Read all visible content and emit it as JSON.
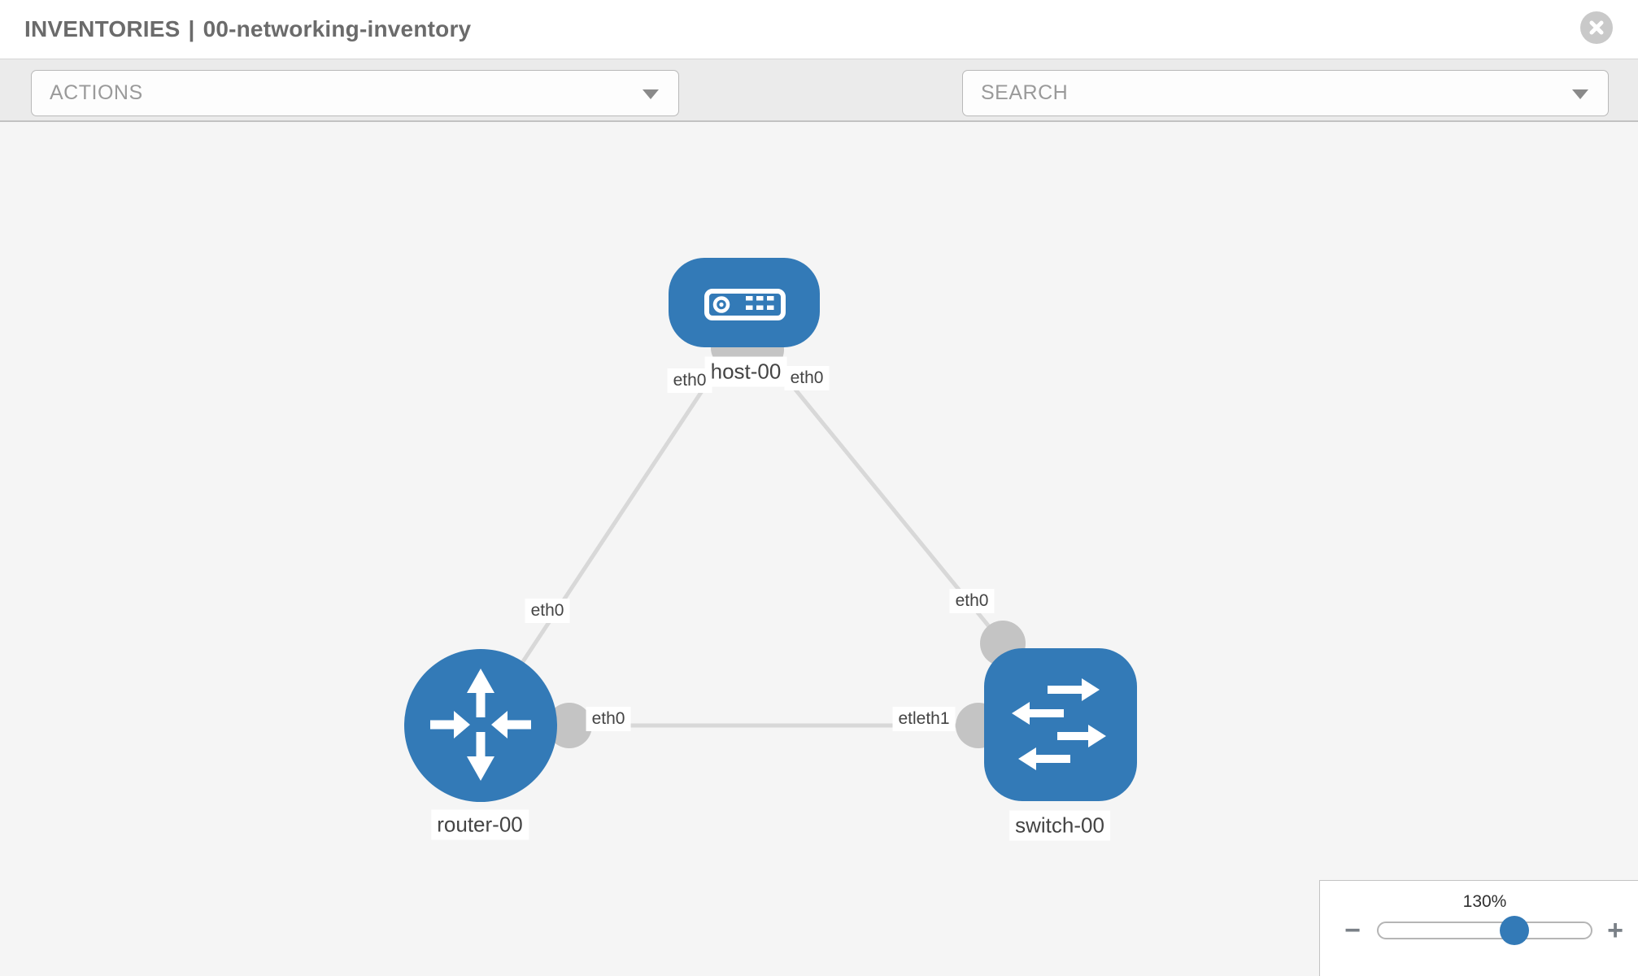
{
  "header": {
    "section": "INVENTORIES",
    "separator": "|",
    "inventory_name": "00-networking-inventory"
  },
  "toolbar": {
    "actions_label": "ACTIONS",
    "search_label": "SEARCH",
    "icons": [
      "wrench-icon",
      "key-icon"
    ]
  },
  "topology": {
    "nodes": [
      {
        "id": "host-00",
        "type": "host",
        "label": "host-00"
      },
      {
        "id": "router-00",
        "type": "router",
        "label": "router-00"
      },
      {
        "id": "switch-00",
        "type": "switch",
        "label": "switch-00"
      }
    ],
    "links": [
      {
        "source": "router-00",
        "target": "host-00",
        "source_interface": "eth0",
        "target_interface": "eth0"
      },
      {
        "source": "switch-00",
        "target": "host-00",
        "source_interface": "eth0",
        "target_interface": "eth0"
      },
      {
        "source": "router-00",
        "target": "switch-00",
        "source_interface": "eth0",
        "target_interface": "etleth1"
      }
    ],
    "interface_labels": {
      "host_left": "eth0",
      "host_right": "eth0",
      "router_host_mid": "eth0",
      "switch_host_mid": "eth0",
      "router_switch_left": "eth0",
      "router_switch_right": "etleth1"
    }
  },
  "zoom_control": {
    "level": "130%",
    "minus_label": "−",
    "plus_label": "+",
    "slider_percent": 64
  },
  "colors": {
    "node_blue": "#337ab7",
    "link_gray": "#d8d8d8",
    "endpoint_gray": "#c4c4c4",
    "canvas_bg": "#f5f5f5",
    "toolbar_bg": "#ebebeb",
    "title_gray": "#6b6b6b"
  }
}
